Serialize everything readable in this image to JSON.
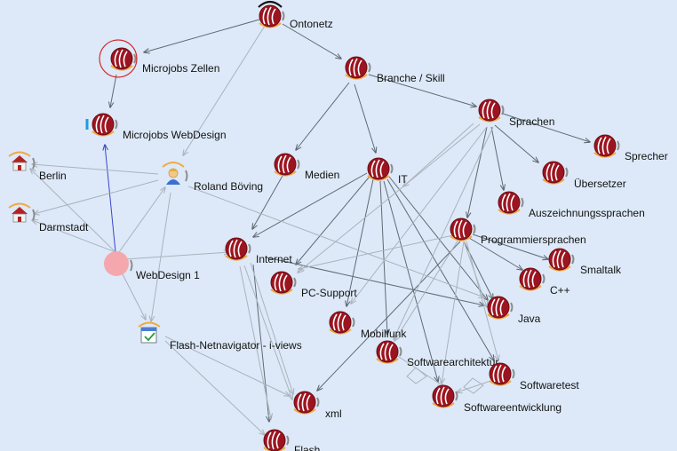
{
  "nodes": [
    {
      "id": "ontonetz",
      "label": "Ontonetz",
      "type": "topic"
    },
    {
      "id": "microjobs_zellen",
      "label": "Microjobs Zellen",
      "type": "topic-selected"
    },
    {
      "id": "microjobs_webdesign",
      "label": "Microjobs WebDesign",
      "type": "topic"
    },
    {
      "id": "branche_skill",
      "label": "Branche / Skill",
      "type": "topic"
    },
    {
      "id": "sprachen",
      "label": "Sprachen",
      "type": "topic"
    },
    {
      "id": "sprecher",
      "label": "Sprecher",
      "type": "topic"
    },
    {
      "id": "uebersetzer",
      "label": "Übersetzer",
      "type": "topic"
    },
    {
      "id": "auszeichnung",
      "label": "Auszeichnungssprachen",
      "type": "topic"
    },
    {
      "id": "programmier",
      "label": "Programmiersprachen",
      "type": "topic"
    },
    {
      "id": "smaltalk",
      "label": "Smaltalk",
      "type": "topic"
    },
    {
      "id": "cpp",
      "label": "C++",
      "type": "topic"
    },
    {
      "id": "java",
      "label": "Java",
      "type": "topic"
    },
    {
      "id": "berlin",
      "label": "Berlin",
      "type": "location"
    },
    {
      "id": "darmstadt",
      "label": "Darmstadt",
      "type": "location"
    },
    {
      "id": "roland",
      "label": "Roland Böving",
      "type": "person"
    },
    {
      "id": "medien",
      "label": "Medien",
      "type": "topic"
    },
    {
      "id": "it",
      "label": "IT",
      "type": "topic"
    },
    {
      "id": "webdesign1",
      "label": "WebDesign 1",
      "type": "job"
    },
    {
      "id": "internet",
      "label": "Internet",
      "type": "topic"
    },
    {
      "id": "pcsupport",
      "label": "PC-Support",
      "type": "topic"
    },
    {
      "id": "mobilfunk",
      "label": "Mobilfunk",
      "type": "topic"
    },
    {
      "id": "flash_nav",
      "label": "Flash-Netnavigator - i-views",
      "type": "document"
    },
    {
      "id": "softwarearch",
      "label": "Softwarearchitektur",
      "type": "topic"
    },
    {
      "id": "softwaretest",
      "label": "Softwaretest",
      "type": "topic"
    },
    {
      "id": "softwareentw",
      "label": "Softwareentwicklung",
      "type": "topic"
    },
    {
      "id": "xml",
      "label": "xml",
      "type": "topic"
    },
    {
      "id": "flash",
      "label": "Flash",
      "type": "topic"
    }
  ]
}
